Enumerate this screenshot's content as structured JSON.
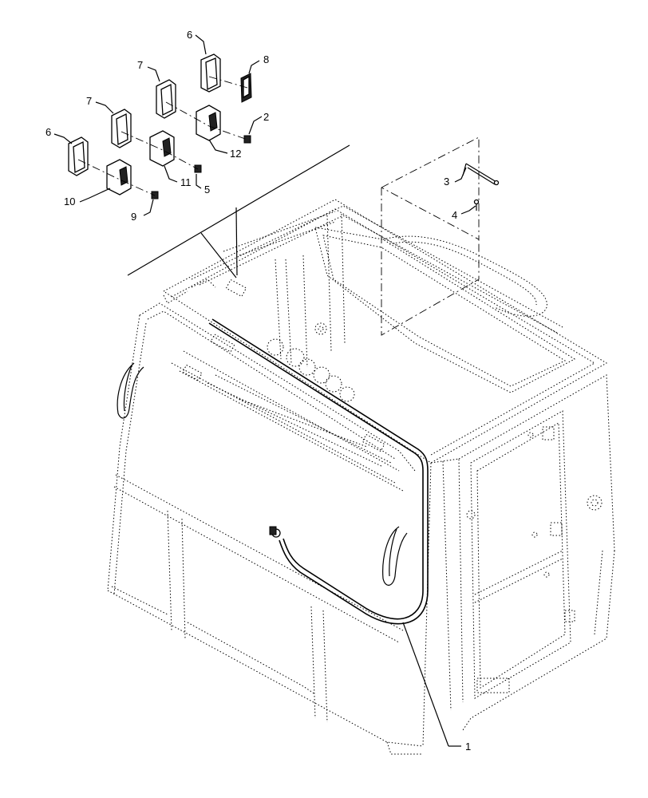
{
  "callouts": {
    "c1": "1",
    "c2": "2",
    "c3": "3",
    "c4": "4",
    "c5": "5",
    "c6a": "6",
    "c6b": "6",
    "c7a": "7",
    "c7b": "7",
    "c8": "8",
    "c9": "9",
    "c10": "10",
    "c11": "11",
    "c12": "12"
  }
}
